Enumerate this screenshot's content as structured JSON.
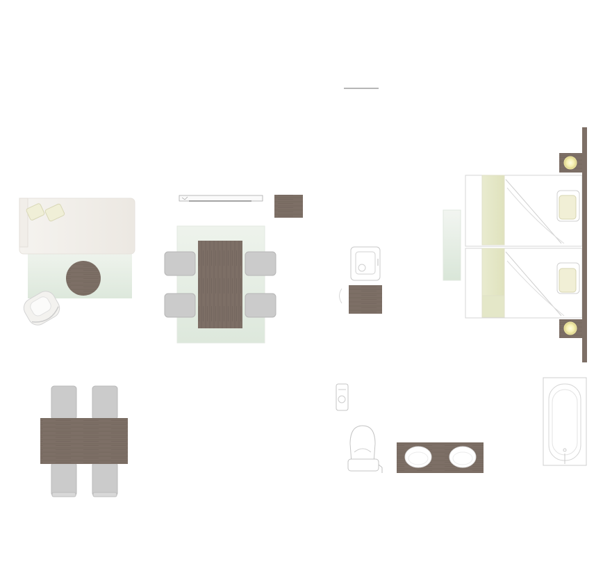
{
  "colors": {
    "background": "#ffffff",
    "wood": "#7d6f66",
    "wood_grain": "#695c53",
    "rug_mint": "#e7efe6",
    "sofa": "#efebe6",
    "chair": "#c9c9c9",
    "line": "#cfcfcf",
    "headboard": "#e6e6c6",
    "pillow": "#f1efd6",
    "lamp_glow": "#fbf6c4",
    "panel_green": "#e3ece2"
  },
  "furniture": [
    {
      "id": "sofa",
      "icon": "sofa-icon"
    },
    {
      "id": "coffee-table",
      "icon": "round-table-icon"
    },
    {
      "id": "armchair",
      "icon": "armchair-icon"
    },
    {
      "id": "tv-console",
      "icon": "tv-console-icon"
    },
    {
      "id": "dining-set-large",
      "icon": "dining-table-icon"
    },
    {
      "id": "side-cabinet",
      "icon": "cabinet-icon"
    },
    {
      "id": "fridge",
      "icon": "fridge-icon"
    },
    {
      "id": "kitchen-cabinet",
      "icon": "cabinet-icon"
    },
    {
      "id": "twin-beds",
      "icon": "bed-icon"
    },
    {
      "id": "bedside-lamps",
      "icon": "lamp-icon"
    },
    {
      "id": "wardrobe-panel",
      "icon": "panel-icon"
    },
    {
      "id": "dining-set-small",
      "icon": "dining-table-icon"
    },
    {
      "id": "bidet",
      "icon": "bidet-icon"
    },
    {
      "id": "toilet",
      "icon": "toilet-icon"
    },
    {
      "id": "double-vanity",
      "icon": "sink-icon"
    },
    {
      "id": "bathtub",
      "icon": "bathtub-icon"
    }
  ]
}
